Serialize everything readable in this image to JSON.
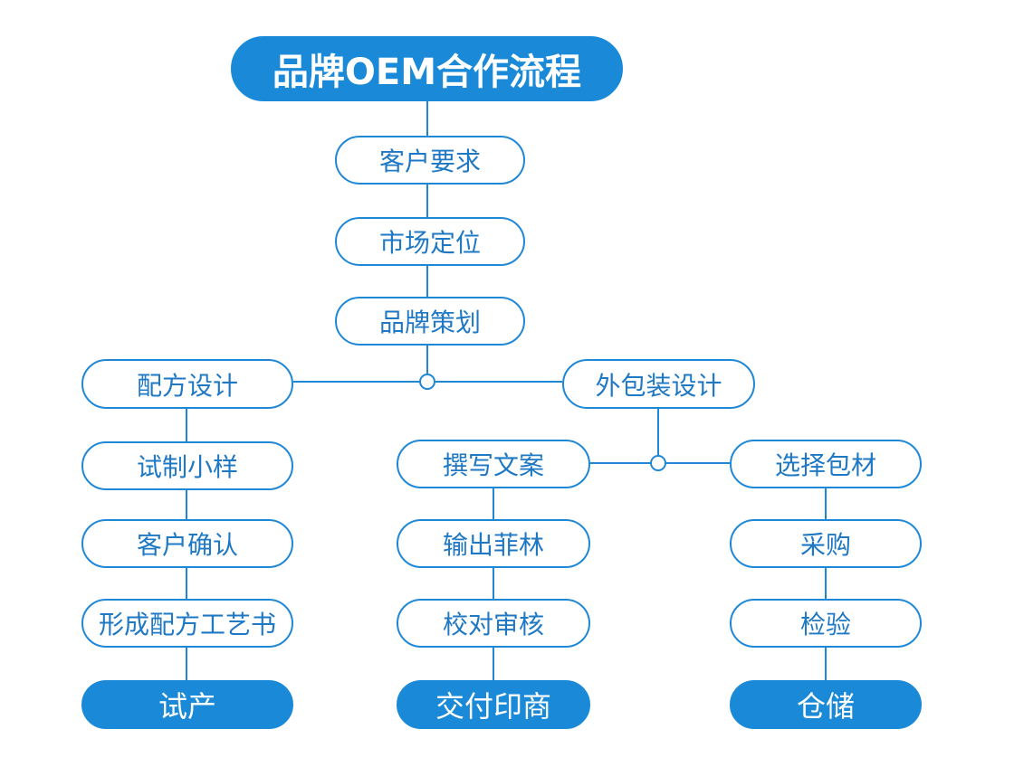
{
  "title": "品牌OEM合作流程",
  "colors": {
    "accent": "#1a8ad8",
    "text": "#1f78c4",
    "line": "#1f88d6",
    "background": "#ffffff"
  },
  "main_flow": [
    "客户要求",
    "市场定位",
    "品牌策划"
  ],
  "formula_branch": [
    "配方设计",
    "试制小样",
    "客户确认",
    "形成配方工艺书",
    "试产"
  ],
  "packaging_branch": {
    "head": "外包装设计",
    "copy_column": [
      "撰写文案",
      "输出菲林",
      "校对审核",
      "交付印商"
    ],
    "material_column": [
      "选择包材",
      "采购",
      "检验",
      "仓储"
    ]
  }
}
